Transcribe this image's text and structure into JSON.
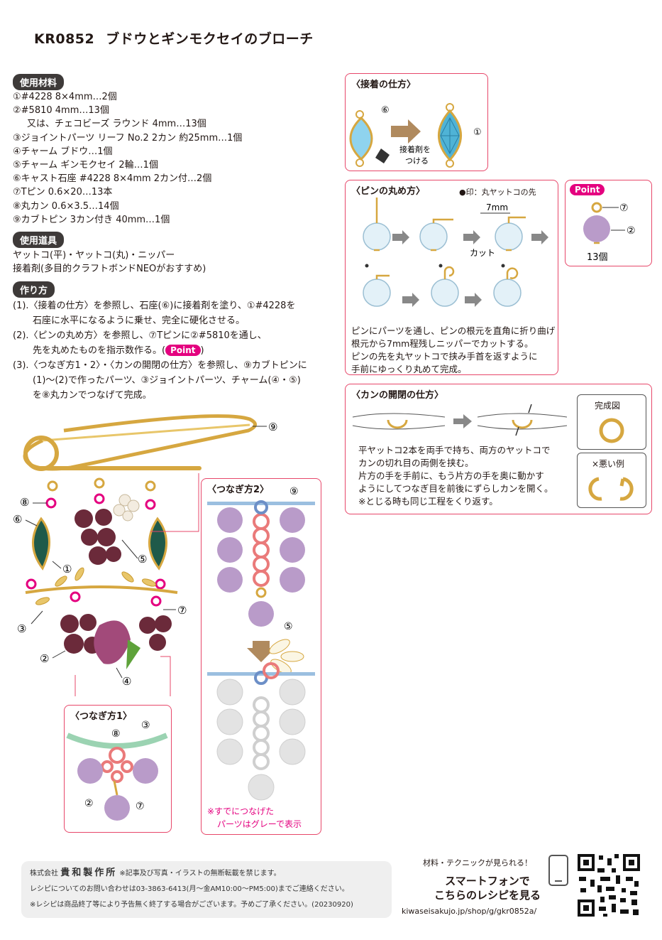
{
  "title": {
    "code": "KR0852",
    "name": "ブドウとギンモクセイのブローチ"
  },
  "materials": {
    "label": "使用材料",
    "items": [
      "①#4228 8×4mm…2個",
      "②#5810 4mm…13個",
      "又は、チェコビーズ ラウンド 4mm…13個",
      "③ジョイントパーツ リーフ No.2 2カン 約25mm…1個",
      "④チャーム ブドウ…1個",
      "⑤チャーム ギンモクセイ 2輪…1個",
      "⑥キャスト石座 #4228 8×4mm 2カン付…2個",
      "⑦Tピン 0.6×20…13本",
      "⑧丸カン 0.6×3.5…14個",
      "⑨カブトピン 3カン付き 40mm…1個"
    ]
  },
  "tools": {
    "label": "使用道具",
    "lines": [
      "ヤットコ(平)・ヤットコ(丸)・ニッパー",
      "接着剤(多目的クラフトボンドNEOがおすすめ)"
    ]
  },
  "steps": {
    "label": "作り方",
    "s1a": "(1).〈接着の仕方〉を参照し、石座(⑥)に接着剤を塗り、①#4228を",
    "s1b": "石座に水平になるように乗せ、完全に硬化させる。",
    "s2a": "(2).〈ピンの丸め方〉を参照し、⑦Tピンに②#5810を通し、",
    "s2b": "先を丸めたものを指示数作る。(",
    "s2c": ")",
    "s3a": "(3).〈つなぎ方1・2〉・〈カンの開閉の仕方〉を参照し、⑨カブトピンに",
    "s3b": "(1)〜(2)で作ったパーツ、③ジョイントパーツ、チャーム(④・⑤)",
    "s3c": "を⑧丸カンでつなげて完成。"
  },
  "point": "Point",
  "glue_box": {
    "title": "〈接着の仕方〉",
    "label6": "⑥",
    "label1": "①",
    "note1": "接着剤を",
    "note2": "つける"
  },
  "pin_box": {
    "title": "〈ピンの丸め方〉",
    "legend": "●印：丸ヤットコの先",
    "size": "7mm",
    "cut": "カット",
    "text": [
      "ピンにパーツを通し、ピンの根元を直角に折り曲げ",
      "根元から7mm程残しニッパーでカットする。",
      "ピンの先を丸ヤットコで挟み手首を返すように",
      "手前にゆっくり丸めて完成。"
    ]
  },
  "point_box": {
    "badge": "Point",
    "l7": "⑦",
    "l2": "②",
    "count": "13個"
  },
  "ring_box": {
    "title": "〈カンの開閉の仕方〉",
    "text": [
      "平ヤットコ2本を両手で持ち、両方のヤットコで",
      "カンの切れ目の両側を挟む。",
      "片方の手を手前に、もう片方の手を奥に動かす",
      "ようにしてつなぎ目を前後にずらしカンを開く。",
      "※とじる時も同じ工程をくり返す。"
    ],
    "done": "完成図",
    "bad": "×悪い例"
  },
  "brooch_labels": {
    "l9": "⑨",
    "l8": "⑧",
    "l6": "⑥",
    "l1": "①",
    "l5": "⑤",
    "l7": "⑦",
    "l3": "③",
    "l2": "②",
    "l4": "④"
  },
  "join1": {
    "title": "〈つなぎ方1〉",
    "l8": "⑧",
    "l3": "③",
    "l2": "②",
    "l7": "⑦"
  },
  "join2": {
    "title": "〈つなぎ方2〉",
    "l9": "⑨",
    "l5": "⑤",
    "note1": "※すでにつなげた",
    "note2": "パーツはグレーで表示"
  },
  "footer": {
    "company_prefix": "株式会社",
    "company": "貴和製作所",
    "notice": "※記事及び写真・イラストの無断転載を禁じます。",
    "contact": "レシピについてのお問い合わせは03-3863-6413(月〜金AM10:00〜PM5:00)までご連絡ください。",
    "end": "※レシピは商品終了等により予告無く終了する場合がございます。予めご了承ください。(20230920)"
  },
  "qr": {
    "small": "材料・テクニックが見られる！",
    "big1": "スマートフォンで",
    "big2": "こちらのレシピを見る",
    "url": "kiwaseisakujo.jp/shop/g/gkr0852a/"
  },
  "colors": {
    "accent": "#e7476a",
    "gold": "#d6a740",
    "pearl": "#b99bc9",
    "magenta": "#e4007f",
    "grape": "#6b2a3a",
    "green": "#1f5a4a"
  }
}
